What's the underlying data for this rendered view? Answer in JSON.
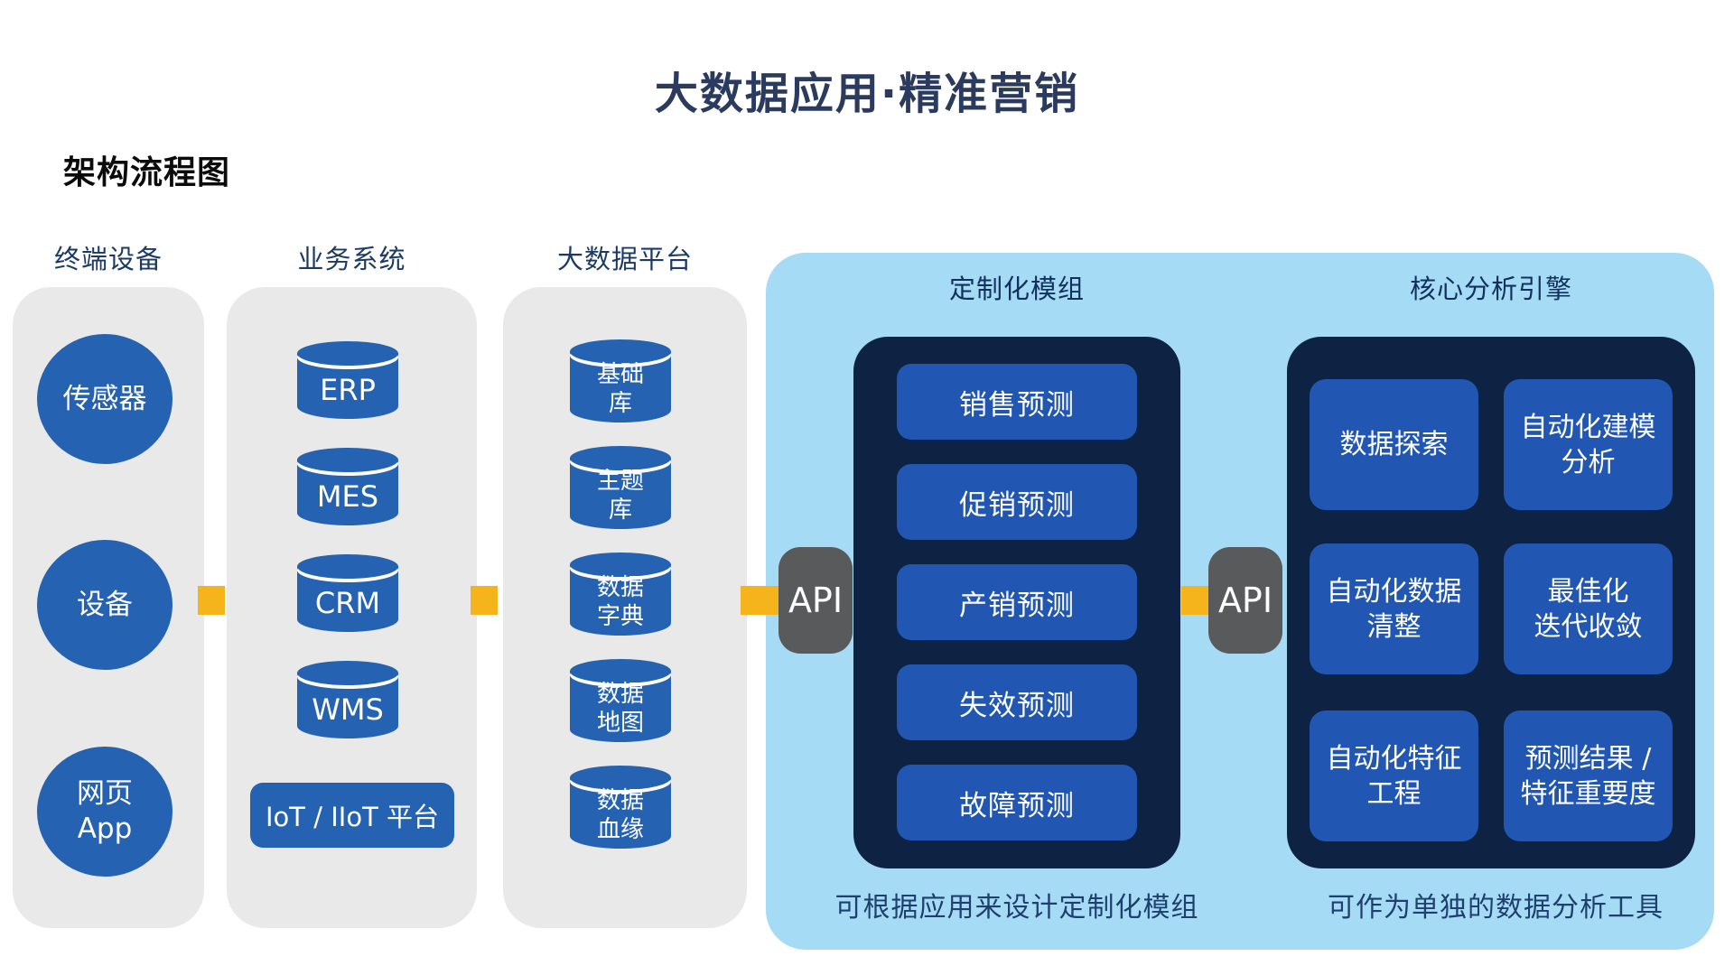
{
  "page": {
    "title": "大数据应用·精准营销",
    "subtitle": "架构流程图"
  },
  "colors": {
    "shape_blue": "#2562b2",
    "button_blue": "#2157b2",
    "dark_navy": "#0e2344",
    "light_blue_panel": "#a6dbf6",
    "connector_yellow": "#f5b31c",
    "api_gray": "#595a5c",
    "container_gray": "#e9e9e9",
    "title_navy": "#2b3b5f",
    "header_navy": "#1b3a66"
  },
  "terminal_devices": {
    "header": "终端设备",
    "items": [
      "传感器",
      "设备",
      "网页\nApp"
    ]
  },
  "business_systems": {
    "header": "业务系统",
    "databases": [
      "ERP",
      "MES",
      "CRM",
      "WMS"
    ],
    "platform": "IoT / IIoT 平台"
  },
  "big_data_platform": {
    "header": "大数据平台",
    "databases": [
      "基础\n库",
      "主题\n库",
      "数据\n字典",
      "数据\n地图",
      "数据\n血缘"
    ]
  },
  "api_connectors": {
    "left_label": "API",
    "right_label": "API"
  },
  "custom_modules": {
    "header": "定制化模组",
    "items": [
      "销售预测",
      "促销预测",
      "产销预测",
      "失效预测",
      "故障预测"
    ],
    "caption": "可根据应用来设计定制化模组"
  },
  "core_engine": {
    "header": "核心分析引擎",
    "cells": [
      "数据探索",
      "自动化建模\n分析",
      "自动化数据\n清整",
      "最佳化\n迭代收敛",
      "自动化特征\n工程",
      "预测结果 /\n特征重要度"
    ],
    "caption": "可作为单独的数据分析工具"
  }
}
